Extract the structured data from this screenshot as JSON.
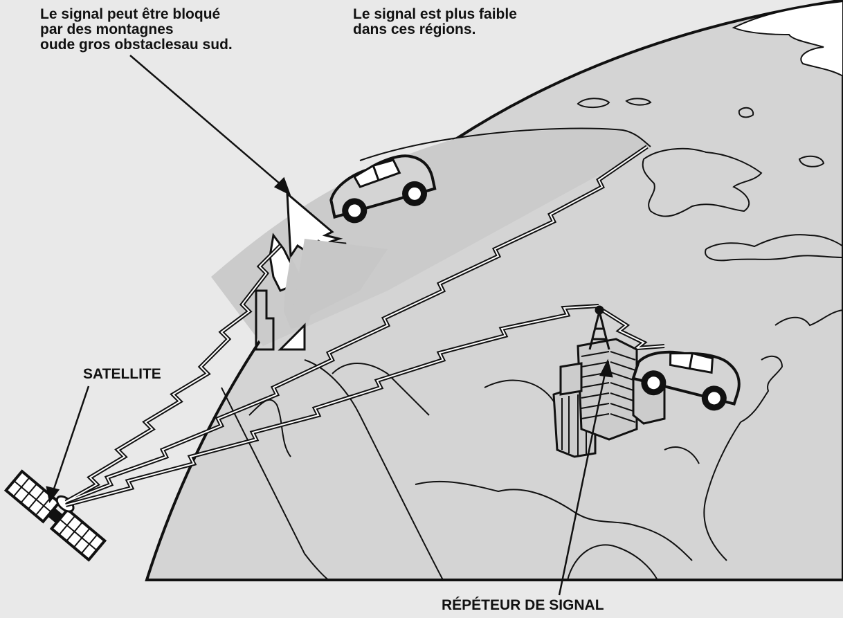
{
  "labels": {
    "blocked": {
      "line1": "Le signal peut être bloqué",
      "line2": "par des montagnes",
      "line3": "oude gros obstaclesau sud."
    },
    "weak": {
      "line1": "Le signal est plus faible",
      "line2": "dans ces régions."
    },
    "satellite": "SATELLITE",
    "repeater": "RÉPÉTEUR DE SIGNAL"
  },
  "colors": {
    "background": "#e9e9e9",
    "globe": "#d4d4d4",
    "land_shade": "#c4c4c4",
    "ice": "#ffffff",
    "ink": "#111111"
  }
}
